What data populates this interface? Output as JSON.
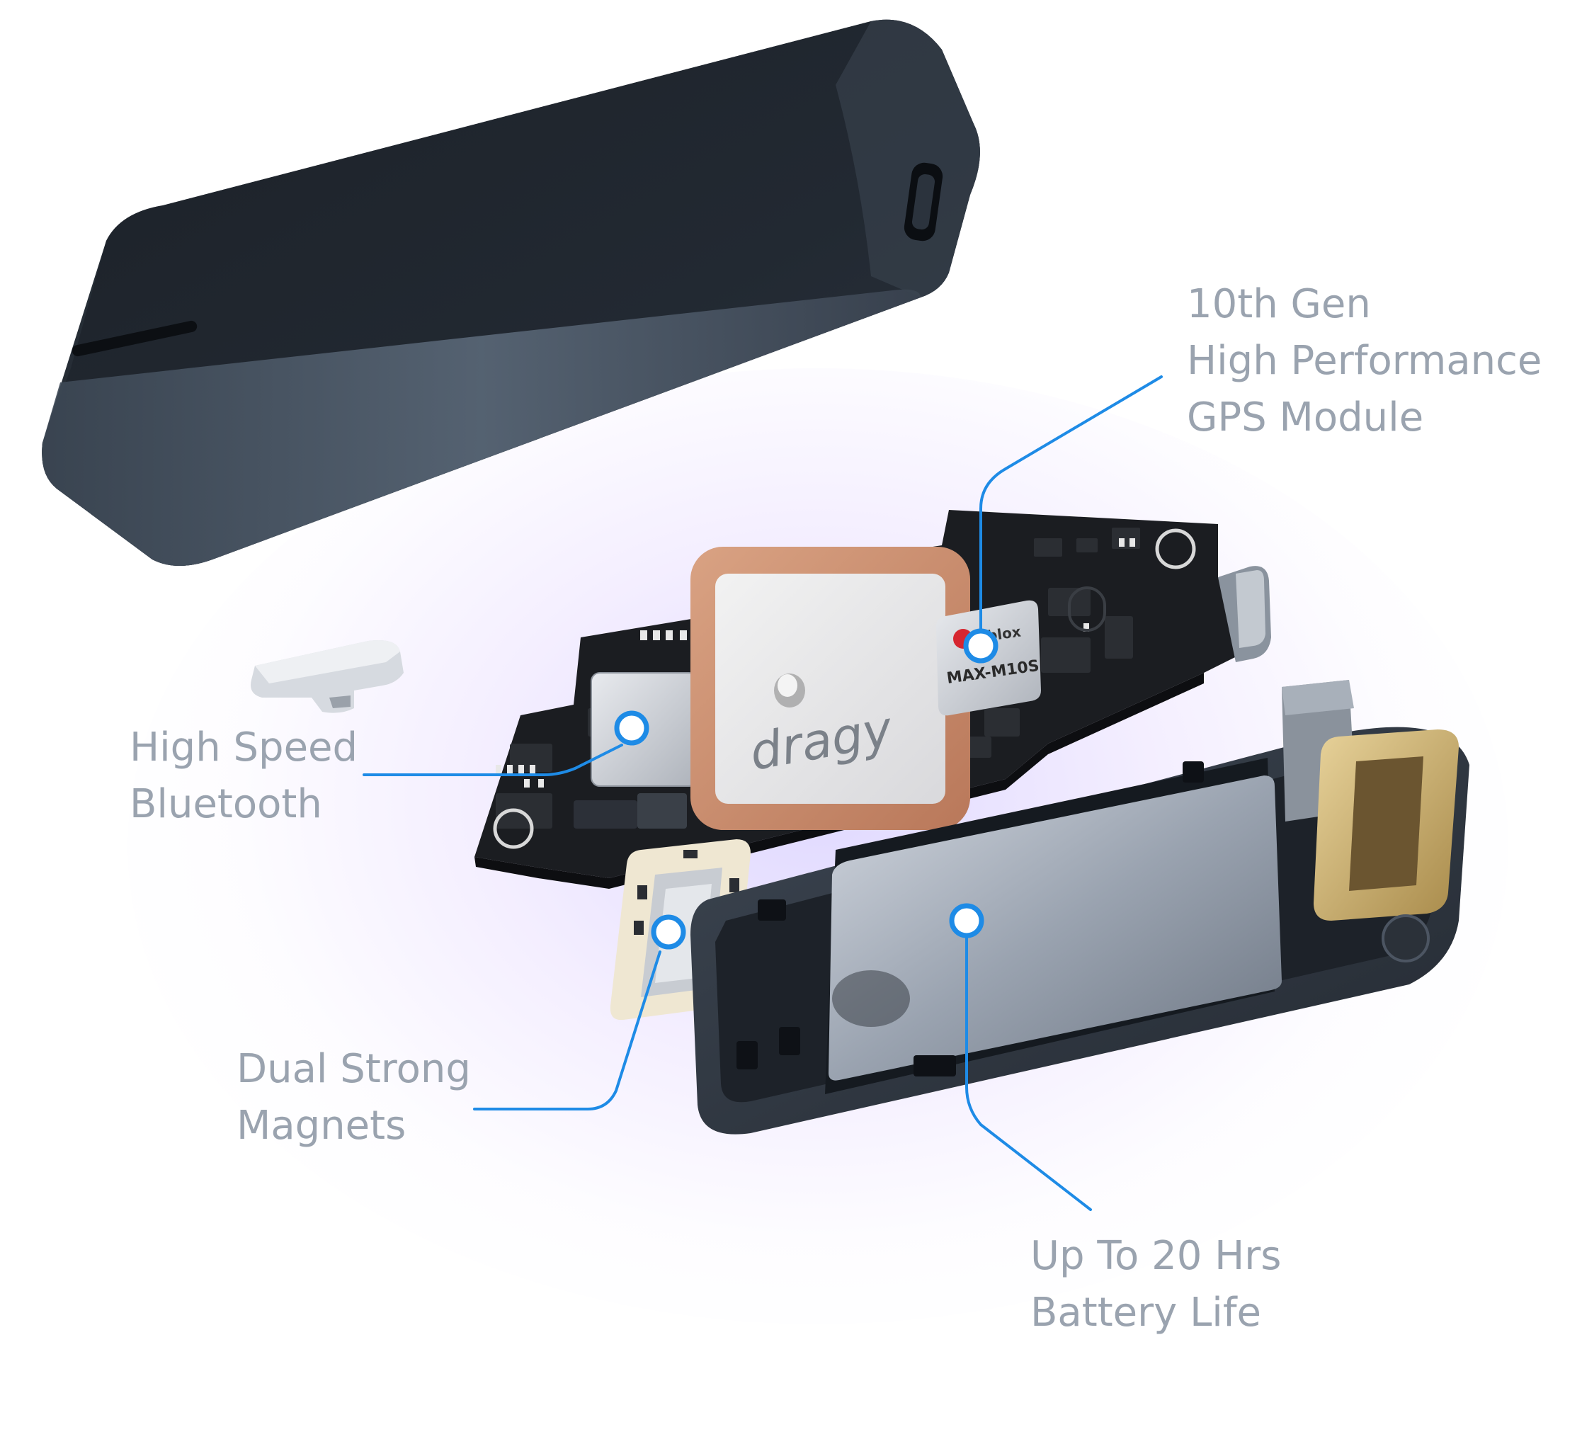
{
  "pcb": {
    "brand_logo": "dragy",
    "gps_chip_brand": "blox",
    "gps_chip_model": "MAX-M10S"
  },
  "callouts": {
    "gps": {
      "lines": [
        "10th Gen",
        "High Performance",
        "GPS Module"
      ]
    },
    "bluetooth": {
      "lines": [
        "High Speed",
        "Bluetooth"
      ]
    },
    "magnets": {
      "lines": [
        "Dual Strong",
        "Magnets"
      ]
    },
    "battery": {
      "lines": [
        "Up To 20 Hrs",
        "Battery Life"
      ]
    }
  },
  "colors": {
    "accent_line": "#1e8be6",
    "label_text": "#9aa3af",
    "housing": "#2f3843",
    "pcb": "#1b1d21",
    "antenna": "#c98f6e"
  }
}
